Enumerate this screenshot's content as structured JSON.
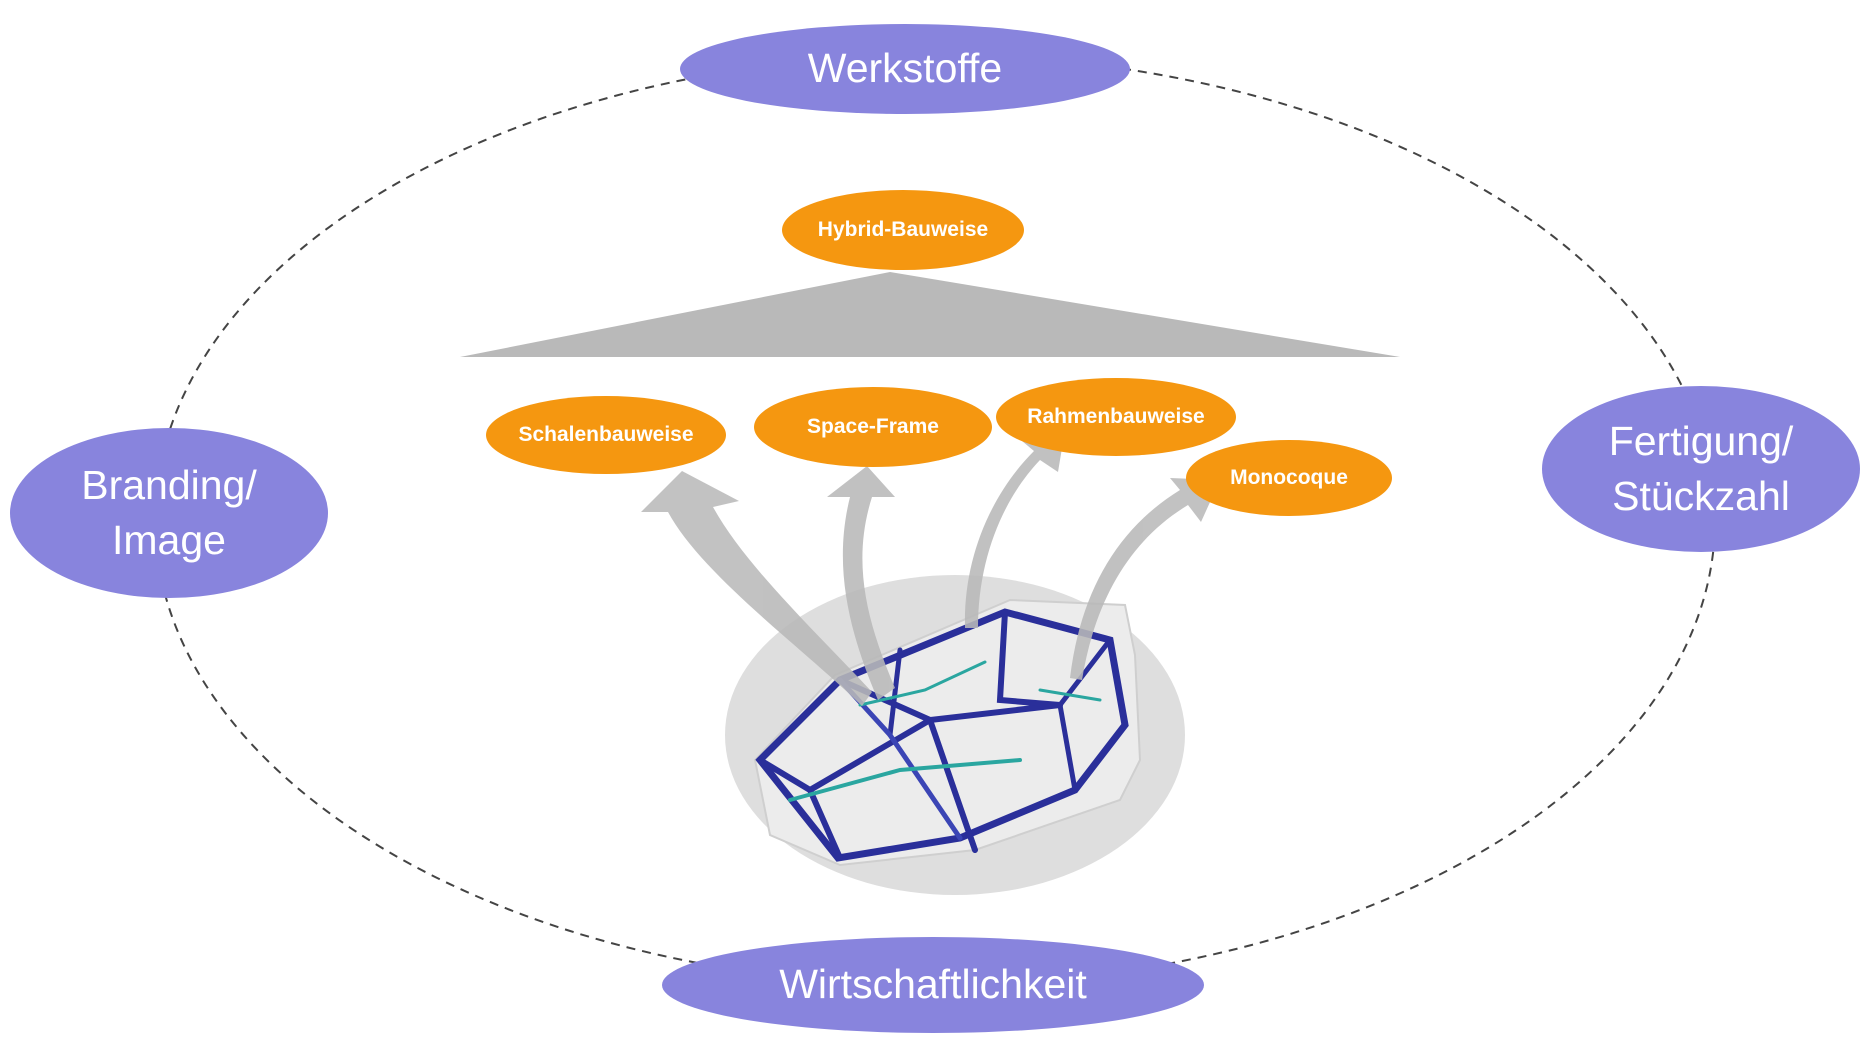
{
  "colors": {
    "factor_fill": "#8884dd",
    "construction_fill": "#f59710",
    "arrow_gray": "#b9b9b9",
    "dashed_ring": "#444444",
    "base_disc": "#dedede",
    "frame_blue": "#2a2f9a",
    "frame_teal": "#2aa6a0"
  },
  "influence_factors": {
    "top": "Werkstoffe",
    "left": "Branding/\nImage",
    "right": "Fertigung/\nStückzahl",
    "bottom": "Wirtschaftlichkeit"
  },
  "hybrid": {
    "label": "Hybrid-Bauweise"
  },
  "construction_types": [
    {
      "label": "Schalenbauweise"
    },
    {
      "label": "Space-Frame"
    },
    {
      "label": "Rahmenbauweise"
    },
    {
      "label": "Monocoque"
    }
  ],
  "illustration": {
    "name": "car-body-frame-structure"
  }
}
